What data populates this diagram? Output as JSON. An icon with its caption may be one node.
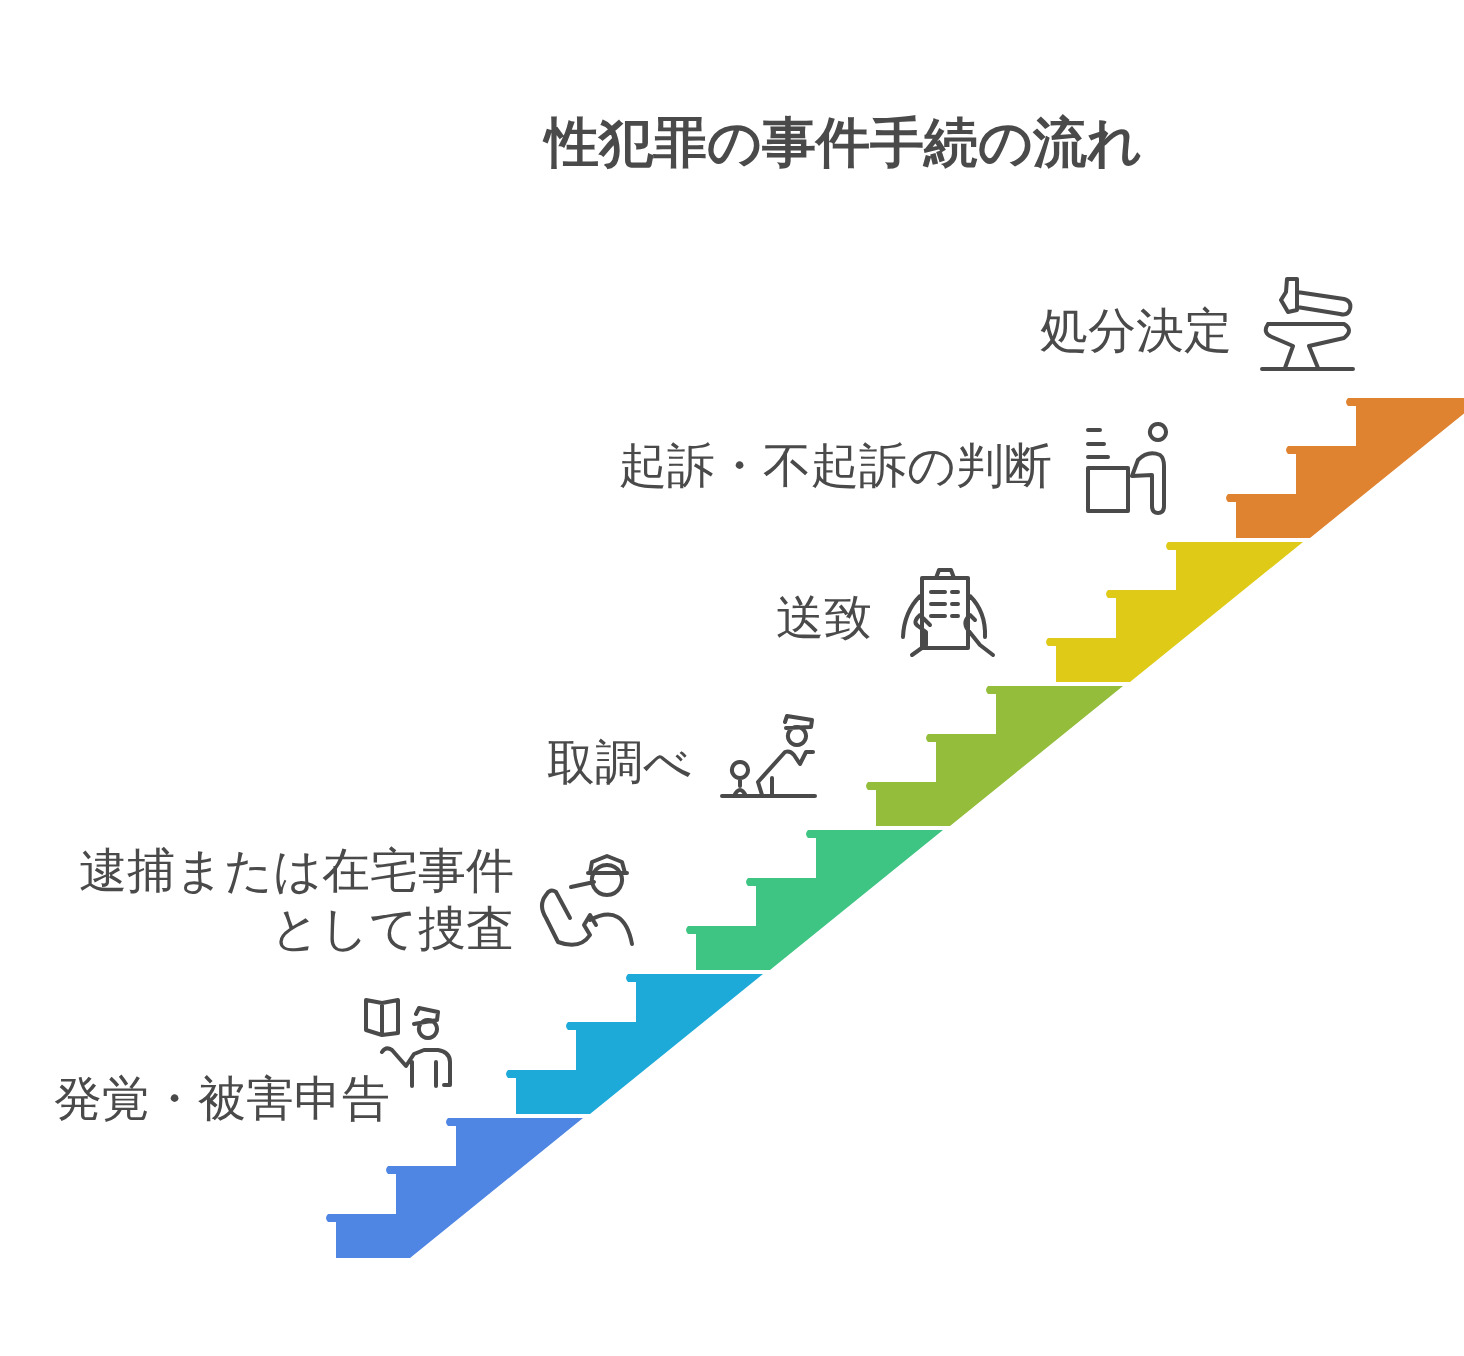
{
  "diagram": {
    "title": "性犯罪の事件手続の流れ",
    "labels": [
      "処分決定",
      "起訴・不起訴の判断",
      "送致",
      "取調べ",
      "逮捕または在宅事件として捜査",
      "発覚・被害申告"
    ]
  }
}
